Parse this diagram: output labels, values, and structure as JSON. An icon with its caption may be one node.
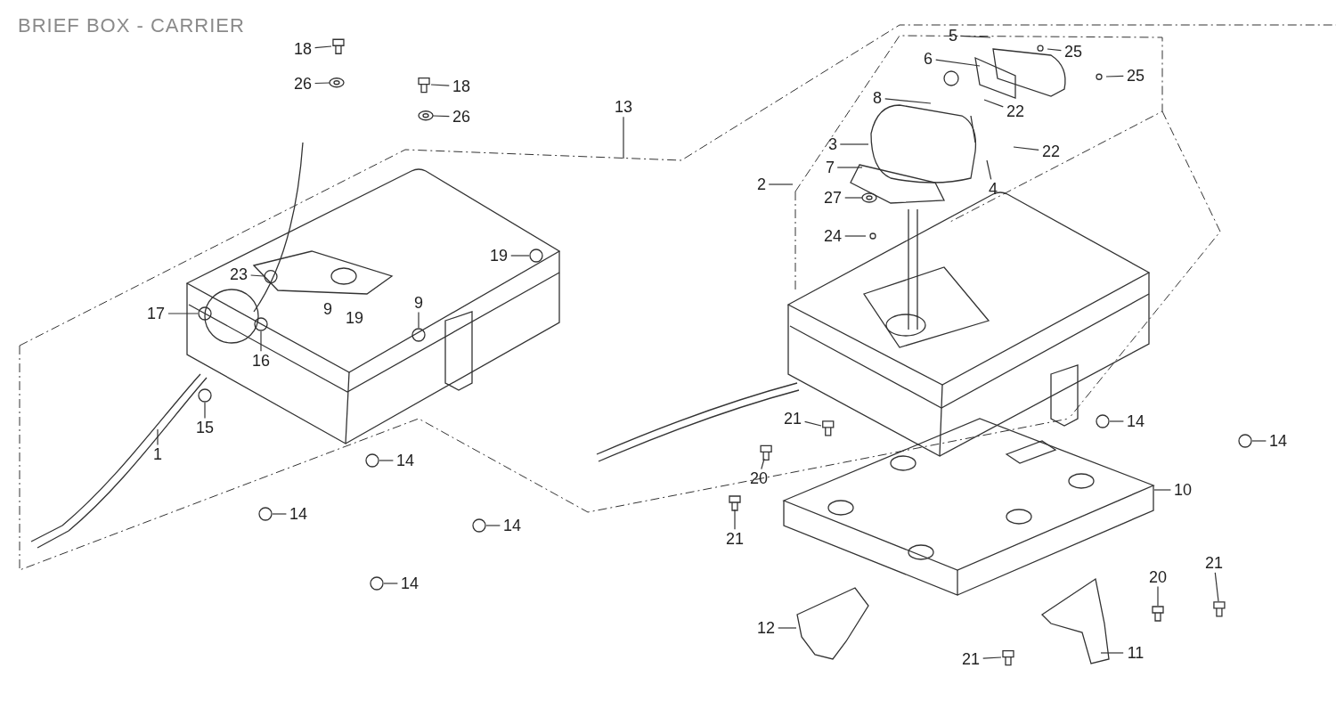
{
  "diagram": {
    "title": "BRIEF BOX - CARRIER",
    "nodes": [
      {
        "text": [
          "18"
        ]
      },
      {
        "text": [
          "26"
        ]
      },
      {
        "text": [
          "18"
        ]
      },
      {
        "text": [
          "26"
        ]
      },
      {
        "text": [
          "13"
        ]
      },
      {
        "text": [
          "5"
        ]
      },
      {
        "text": [
          "25"
        ]
      },
      {
        "text": [
          "6"
        ]
      },
      {
        "text": [
          "25"
        ]
      },
      {
        "text": [
          "8"
        ]
      },
      {
        "text": [
          "3"
        ]
      },
      {
        "text": [
          "22"
        ]
      },
      {
        "text": [
          "22"
        ]
      },
      {
        "text": [
          "4"
        ]
      },
      {
        "text": [
          "7"
        ]
      },
      {
        "text": [
          "2"
        ]
      },
      {
        "text": [
          "27"
        ]
      },
      {
        "text": [
          "24"
        ]
      },
      {
        "text": [
          "19"
        ]
      },
      {
        "text": [
          "23"
        ]
      },
      {
        "text": [
          "9"
        ]
      },
      {
        "text": [
          "17"
        ]
      },
      {
        "text": [
          "16"
        ]
      },
      {
        "text": [
          "15"
        ]
      },
      {
        "text": [
          "1"
        ]
      },
      {
        "text": [
          "14"
        ]
      },
      {
        "text": [
          "14"
        ]
      },
      {
        "text": [
          "14"
        ]
      },
      {
        "text": [
          "14"
        ]
      },
      {
        "text": [
          "14"
        ]
      },
      {
        "text": [
          "14"
        ]
      },
      {
        "text": [
          "21"
        ]
      },
      {
        "text": [
          "20"
        ]
      },
      {
        "text": [
          "21"
        ]
      },
      {
        "text": [
          "10"
        ]
      },
      {
        "text": [
          "20"
        ]
      },
      {
        "text": [
          "21"
        ]
      },
      {
        "text": [
          "12"
        ]
      },
      {
        "text": [
          "21"
        ]
      },
      {
        "text": [
          "11"
        ]
      }
    ],
    "edges": [
      {
        "from": 0,
        "to": null,
        "arrow": "none"
      },
      {
        "from": 1,
        "to": null,
        "arrow": "none"
      },
      {
        "from": 2,
        "to": null,
        "arrow": "none"
      },
      {
        "from": 3,
        "to": null,
        "arrow": "none"
      },
      {
        "from": 4,
        "to": null,
        "arrow": "none"
      },
      {
        "from": 5,
        "to": null,
        "arrow": "none"
      },
      {
        "from": 6,
        "to": null,
        "arrow": "none"
      },
      {
        "from": 7,
        "to": null,
        "arrow": "none"
      },
      {
        "from": 8,
        "to": null,
        "arrow": "none"
      },
      {
        "from": 9,
        "to": null,
        "arrow": "none"
      },
      {
        "from": 10,
        "to": null,
        "arrow": "none"
      },
      {
        "from": 11,
        "to": null,
        "arrow": "none"
      },
      {
        "from": 12,
        "to": null,
        "arrow": "none"
      },
      {
        "from": 13,
        "to": null,
        "arrow": "none"
      },
      {
        "from": 14,
        "to": null,
        "arrow": "none"
      },
      {
        "from": 15,
        "to": null,
        "arrow": "none"
      },
      {
        "from": 16,
        "to": null,
        "arrow": "none"
      },
      {
        "from": 17,
        "to": null,
        "arrow": "none"
      },
      {
        "from": 18,
        "to": null,
        "arrow": "none"
      },
      {
        "from": 19,
        "to": null,
        "arrow": "none"
      },
      {
        "from": 20,
        "to": null,
        "arrow": "none"
      },
      {
        "from": 21,
        "to": null,
        "arrow": "none"
      },
      {
        "from": 22,
        "to": null,
        "arrow": "none"
      },
      {
        "from": 23,
        "to": null,
        "arrow": "none"
      },
      {
        "from": 24,
        "to": null,
        "arrow": "none"
      },
      {
        "from": 25,
        "to": null,
        "arrow": "none"
      },
      {
        "from": 26,
        "to": null,
        "arrow": "none"
      },
      {
        "from": 27,
        "to": null,
        "arrow": "none"
      },
      {
        "from": 28,
        "to": null,
        "arrow": "none"
      },
      {
        "from": 29,
        "to": null,
        "arrow": "none"
      },
      {
        "from": 30,
        "to": null,
        "arrow": "none"
      },
      {
        "from": 31,
        "to": null,
        "arrow": "none"
      },
      {
        "from": 32,
        "to": null,
        "arrow": "none"
      },
      {
        "from": 33,
        "to": null,
        "arrow": "none"
      },
      {
        "from": 34,
        "to": null,
        "arrow": "none"
      },
      {
        "from": 35,
        "to": null,
        "arrow": "none"
      },
      {
        "from": 36,
        "to": null,
        "arrow": "none"
      },
      {
        "from": 37,
        "to": null,
        "arrow": "none"
      },
      {
        "from": 38,
        "to": null,
        "arrow": "none"
      },
      {
        "from": 39,
        "to": null,
        "arrow": "none"
      }
    ],
    "labels": [
      "9",
      "19"
    ]
  }
}
